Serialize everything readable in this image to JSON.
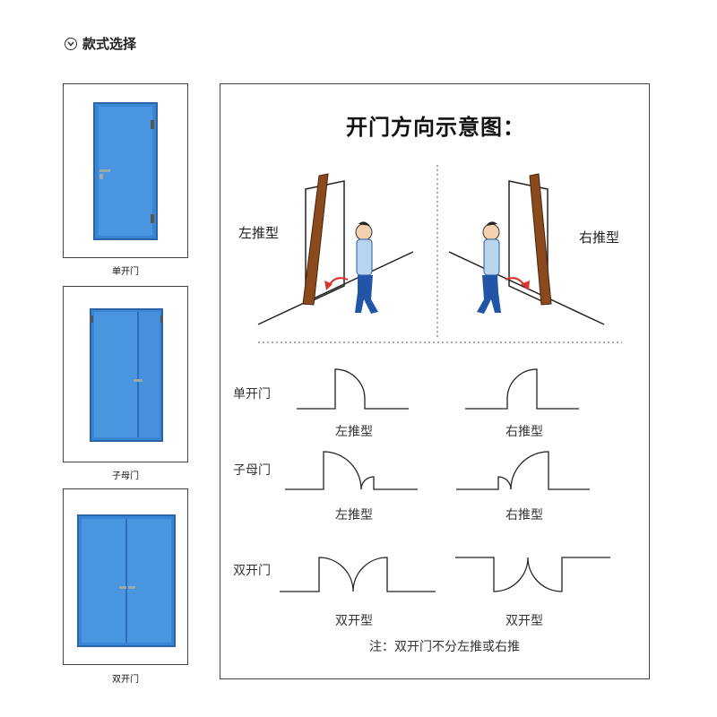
{
  "header": {
    "title": "款式选择",
    "icon": "chevron-down-icon"
  },
  "thumbnails": [
    {
      "label": "单开门",
      "icon": "single-door"
    },
    {
      "label": "子母门",
      "icon": "mother-child-door"
    },
    {
      "label": "双开门",
      "icon": "double-door"
    }
  ],
  "diagram": {
    "title": "开门方向示意图：",
    "scene_left_label": "左推型",
    "scene_right_label": "右推型",
    "rows": [
      {
        "label": "单开门",
        "left_caption": "左推型",
        "right_caption": "右推型"
      },
      {
        "label": "子母门",
        "left_caption": "左推型",
        "right_caption": "右推型"
      },
      {
        "label": "双开门",
        "left_caption": "双开型",
        "right_caption": "双开型"
      }
    ],
    "note": "注：双开门不分左推或右推"
  },
  "colors": {
    "door_blue": "#3f8fd8",
    "door_frame": "#2f6fb3",
    "wood_door": "#8b4a1e",
    "arrow_red": "#d9332b"
  }
}
